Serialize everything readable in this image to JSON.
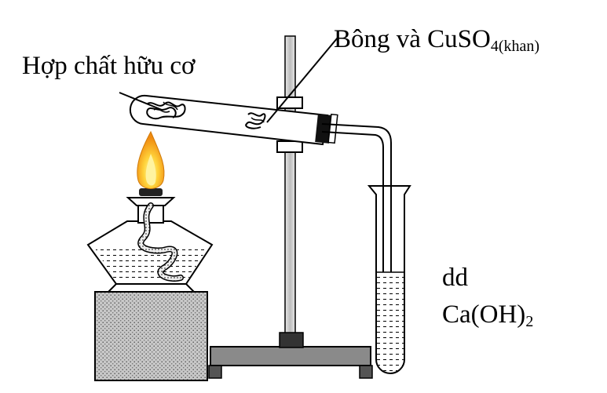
{
  "labels": {
    "organic_compound": "Hợp chất hữu cơ",
    "cotton_prefix": "Bông và CuSO",
    "cotton_subscript": "4(khan)",
    "solution_line1": "dd",
    "solution_base": "Ca(OH)",
    "solution_subscript": "2"
  },
  "colors": {
    "stroke": "#000000",
    "flame_outer": "#f3a21c",
    "flame_inner": "#ffe43a",
    "base_block_fill": "#c8c8c8",
    "stand_base_fill": "#8a8a8a",
    "stand_foot_fill": "#555555",
    "rod_fill": "#d6d6d6",
    "stopper_fill": "#111111"
  },
  "icons": {
    "burner": "alcohol-lamp-icon",
    "flame": "flame-icon",
    "stand": "retort-stand-icon",
    "test_tube": "test-tube-icon"
  }
}
